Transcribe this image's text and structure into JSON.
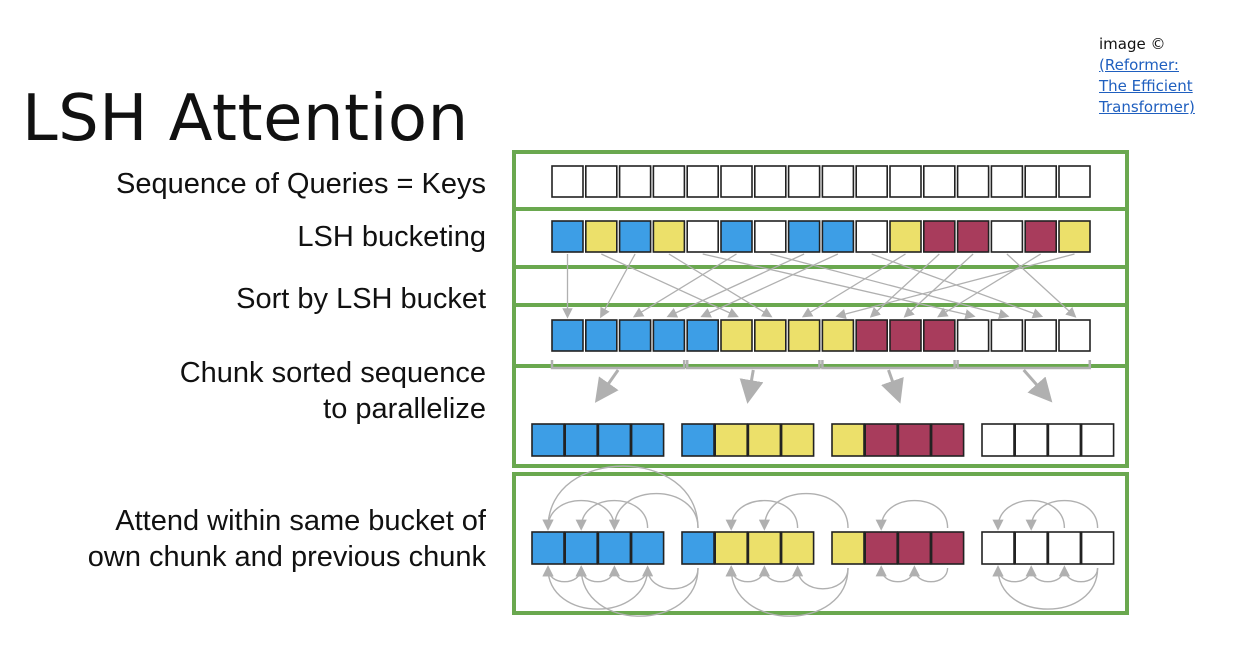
{
  "title": "LSH Attention",
  "credit": {
    "prefix": "image ©",
    "link_line1": "(Reformer:",
    "link_line2": "The Efficient",
    "link_line3": "Transformer)"
  },
  "rows": {
    "queries": "Sequence of Queries = Keys",
    "bucketing": "LSH bucketing",
    "sort": "Sort by LSH bucket",
    "chunk_line1": "Chunk sorted sequence",
    "chunk_line2": "to parallelize",
    "attend_line1": "Attend within same bucket of",
    "attend_line2": "own chunk and previous chunk"
  },
  "colors": {
    "blue": "#3d9ee6",
    "yellow": "#ece06a",
    "red": "#a83c5c",
    "white": "#ffffff",
    "frame": "#6aa84f",
    "arrow": "#b0b0b0"
  },
  "sequence": {
    "queries": [
      "white",
      "white",
      "white",
      "white",
      "white",
      "white",
      "white",
      "white",
      "white",
      "white",
      "white",
      "white",
      "white",
      "white",
      "white",
      "white"
    ],
    "bucketed": [
      "blue",
      "yellow",
      "blue",
      "yellow",
      "white",
      "blue",
      "white",
      "blue",
      "blue",
      "white",
      "yellow",
      "red",
      "red",
      "white",
      "red",
      "yellow"
    ],
    "sorted": [
      "blue",
      "blue",
      "blue",
      "blue",
      "blue",
      "yellow",
      "yellow",
      "yellow",
      "yellow",
      "red",
      "red",
      "red",
      "white",
      "white",
      "white",
      "white"
    ],
    "chunks": [
      [
        "blue",
        "blue",
        "blue",
        "blue"
      ],
      [
        "blue",
        "yellow",
        "yellow",
        "yellow"
      ],
      [
        "yellow",
        "red",
        "red",
        "red"
      ],
      [
        "white",
        "white",
        "white",
        "white"
      ]
    ]
  }
}
